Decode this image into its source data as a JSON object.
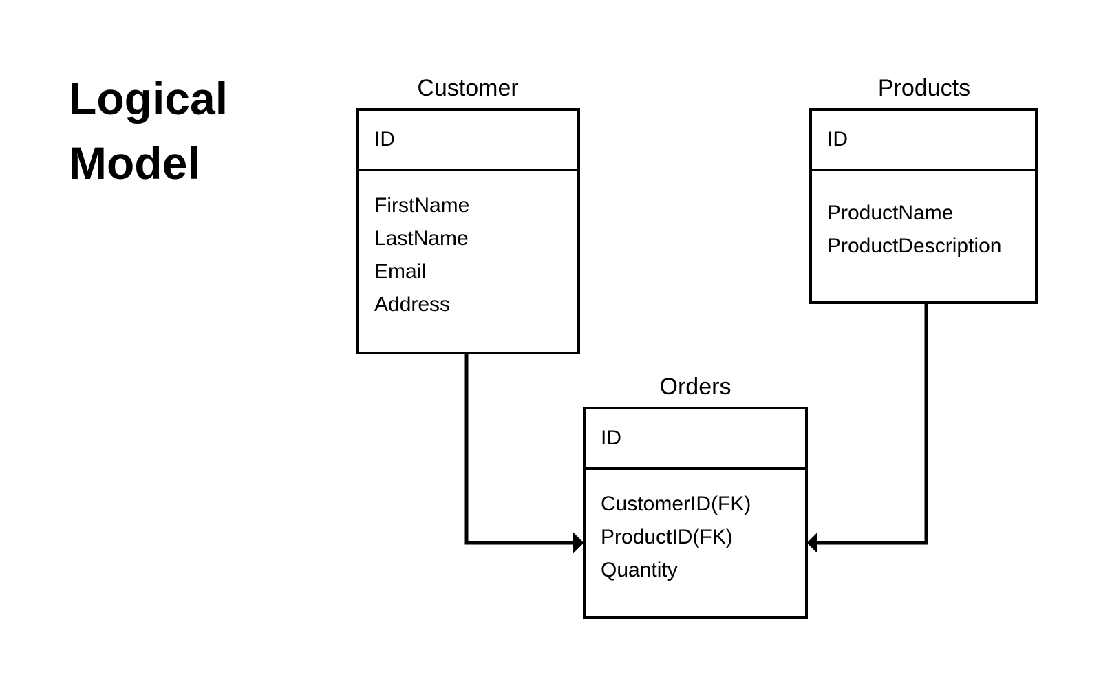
{
  "title": {
    "line1": "Logical",
    "line2": "Model"
  },
  "entities": {
    "customer": {
      "name": "Customer",
      "pk": "ID",
      "attributes": [
        "FirstName",
        "LastName",
        "Email",
        "Address"
      ]
    },
    "products": {
      "name": "Products",
      "pk": "ID",
      "attributes": [
        "ProductName",
        "ProductDescription"
      ]
    },
    "orders": {
      "name": "Orders",
      "pk": "ID",
      "attributes": [
        "CustomerID(FK)",
        "ProductID(FK)",
        "Quantity"
      ]
    }
  },
  "relationships": [
    {
      "from": "Customer",
      "to": "Orders",
      "arrowhead": "filled-triangle"
    },
    {
      "from": "Products",
      "to": "Orders",
      "arrowhead": "filled-triangle"
    }
  ],
  "colors": {
    "background": "#ffffff",
    "line": "#000000",
    "text": "#000000"
  }
}
